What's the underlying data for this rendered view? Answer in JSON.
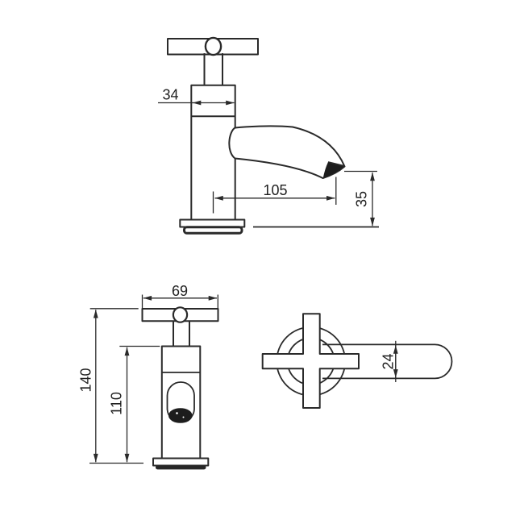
{
  "colors": {
    "background": "#ffffff",
    "line": "#2a2a2a",
    "text": "#1f1f1f",
    "outlet_fill": "#1d1d1d"
  },
  "views": {
    "side_view": {
      "dimensions": {
        "body_width": "34",
        "spout_reach": "105",
        "spout_outlet_height": "35"
      }
    },
    "front_view": {
      "dimensions": {
        "handle_width": "69",
        "overall_height": "140",
        "body_height": "110"
      }
    },
    "top_view": {
      "dimensions": {
        "spout_width": "24"
      }
    }
  }
}
